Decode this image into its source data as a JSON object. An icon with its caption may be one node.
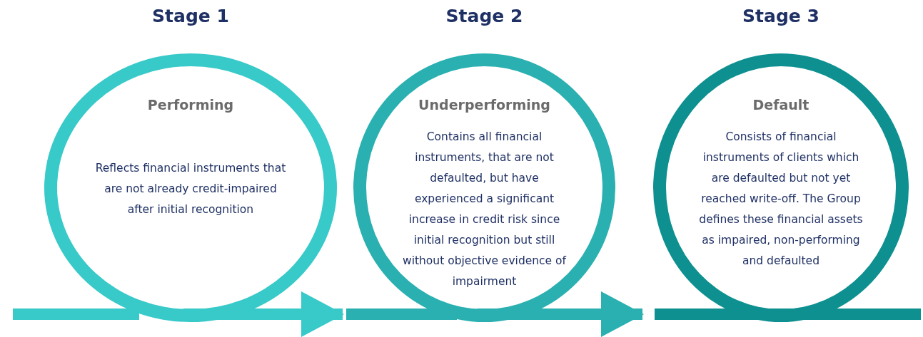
{
  "diagram": {
    "nodes": [
      {
        "text": [
          "Stage 1",
          "Performing",
          "Reflects financial instruments that are not already credit-impaired after initial recognition"
        ]
      },
      {
        "text": [
          "Stage 2",
          "Underperforming",
          "Contains all financial instruments, that are not defaulted, but have experienced a significant increase in credit risk since initial recognition but still without objective evidence of impairment"
        ]
      },
      {
        "text": [
          "Stage 3",
          "Default",
          "Consists of financial instruments of clients which are defaulted but not yet reached write-off. The Group defines these financial assets as impaired, non-performing and defaulted"
        ]
      }
    ],
    "edges": [
      {
        "from": 0,
        "to": 1,
        "arrow": "to",
        "color": "#38c9c9"
      },
      {
        "from": 1,
        "to": 2,
        "arrow": "to",
        "color": "#2ab0b0"
      }
    ]
  }
}
